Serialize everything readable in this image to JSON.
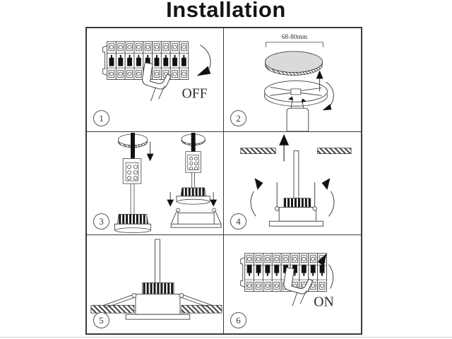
{
  "title": "Installation",
  "steps": [
    {
      "step": "1",
      "label": "OFF",
      "illustration": "circuit-breaker-switch-off"
    },
    {
      "step": "2",
      "dimension": "68-80mm",
      "illustration": "cut-ceiling-hole-with-hole-saw"
    },
    {
      "step": "3",
      "illustration": "connect-wiring-terminal-and-fixture"
    },
    {
      "step": "4",
      "illustration": "fold-springs-and-insert-fixture"
    },
    {
      "step": "5",
      "illustration": "fixture-installed-in-ceiling"
    },
    {
      "step": "6",
      "label": "ON",
      "illustration": "circuit-breaker-switch-on"
    }
  ],
  "colors": {
    "line": "#3f3f3f",
    "toggle_black": "#111111",
    "hole_fill": "#dddddd"
  }
}
